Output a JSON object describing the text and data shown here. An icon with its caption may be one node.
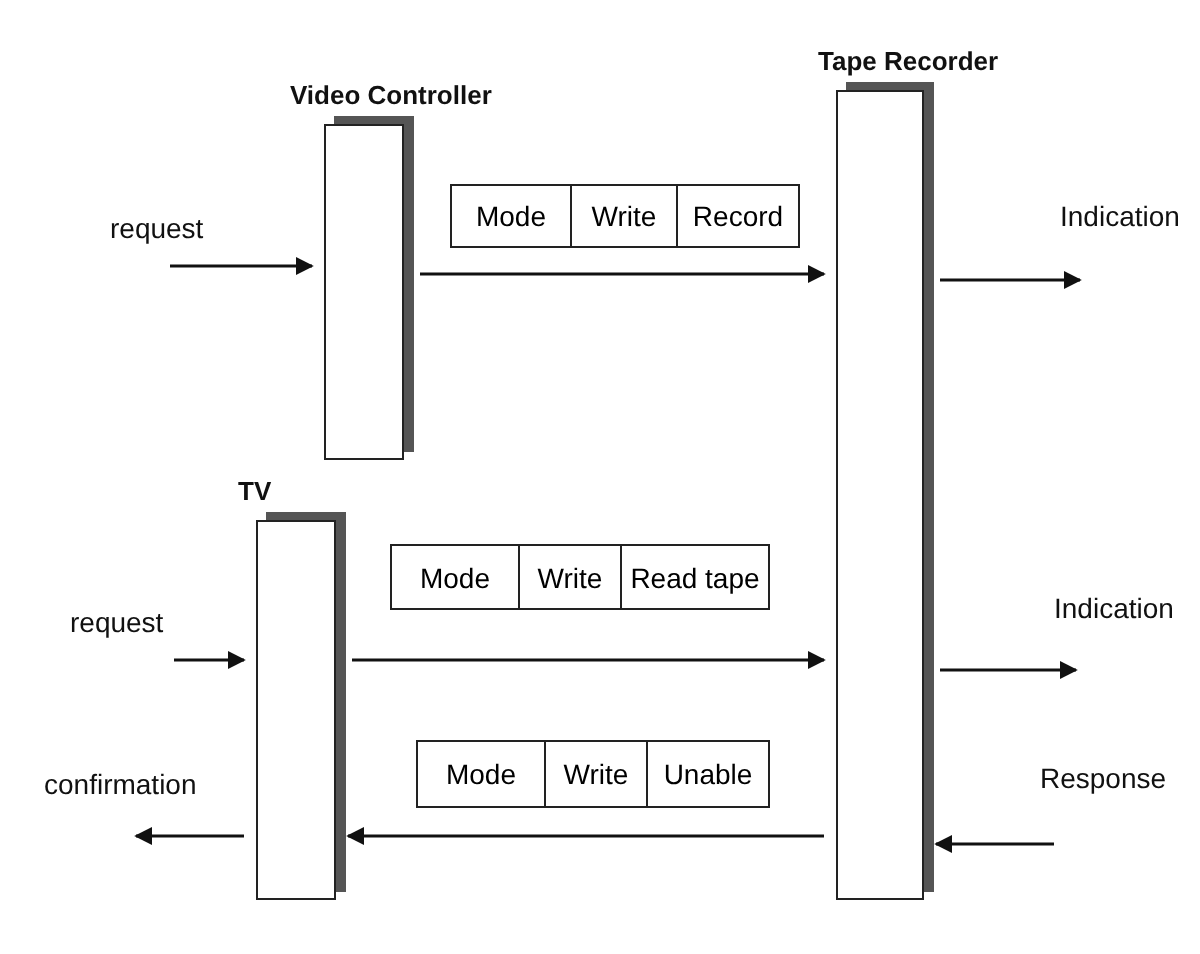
{
  "diagram": {
    "nodes": [
      {
        "text": [
          "Video Controller"
        ]
      },
      {
        "text": [
          "Tape Recorder"
        ]
      },
      {
        "text": [
          "TV"
        ]
      },
      {
        "text": [
          "Mode",
          "Write",
          "Record"
        ]
      },
      {
        "text": [
          "Mode",
          "Write",
          "Read tape"
        ]
      },
      {
        "text": [
          "Mode",
          "Write",
          "Unable"
        ]
      }
    ],
    "edges": [
      {
        "from": null,
        "to": 0,
        "arrow": "to",
        "label": "request"
      },
      {
        "from": 0,
        "to": 1,
        "arrow": "to"
      },
      {
        "from": 1,
        "to": null,
        "arrow": "to",
        "label": "Indication"
      },
      {
        "from": null,
        "to": 2,
        "arrow": "to",
        "label": "request"
      },
      {
        "from": 2,
        "to": 1,
        "arrow": "to"
      },
      {
        "from": 1,
        "to": null,
        "arrow": "to",
        "label": "Indication"
      },
      {
        "from": null,
        "to": 1,
        "arrow": "to",
        "label": "Response"
      },
      {
        "from": 1,
        "to": 2,
        "arrow": "to"
      },
      {
        "from": 2,
        "to": null,
        "arrow": "to",
        "label": "confirmation"
      }
    ]
  }
}
